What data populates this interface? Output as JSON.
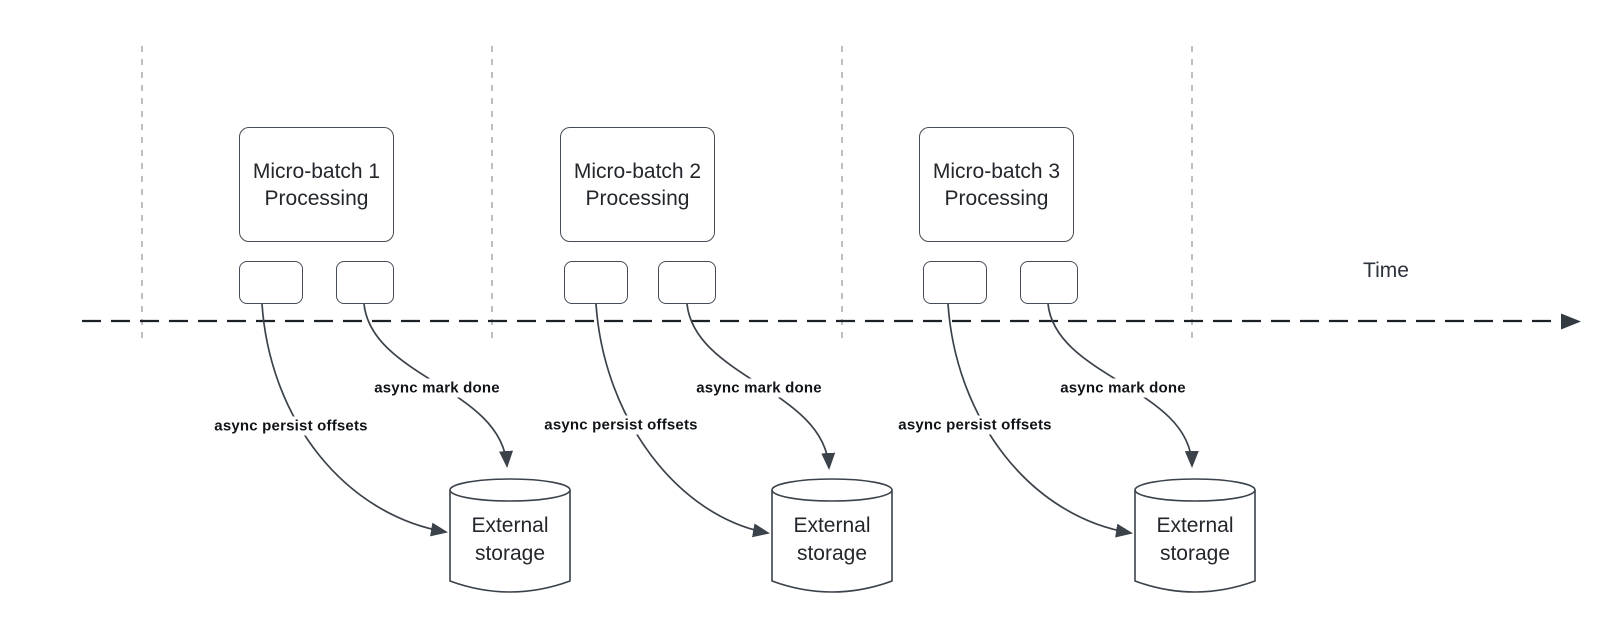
{
  "time_axis": {
    "label": "Time"
  },
  "colors": {
    "axis_dark": "#1c2128",
    "interval_line_gray": "#a7aaae",
    "shape_stroke": "#454c55",
    "arrow_stroke": "#3b424a",
    "text": "#23272c",
    "label_text": "#101419",
    "background": "#ffffff"
  },
  "groups": [
    {
      "box_line1": "Micro-batch 1",
      "box_line2": "Processing",
      "persist_label": "async persist offsets",
      "mark_label": "async mark done",
      "storage_line1": "External",
      "storage_line2": "storage"
    },
    {
      "box_line1": "Micro-batch 2",
      "box_line2": "Processing",
      "persist_label": "async persist offsets",
      "mark_label": "async mark done",
      "storage_line1": "External",
      "storage_line2": "storage"
    },
    {
      "box_line1": "Micro-batch 3",
      "box_line2": "Processing",
      "persist_label": "async persist offsets",
      "mark_label": "async mark done",
      "storage_line1": "External",
      "storage_line2": "storage"
    }
  ]
}
